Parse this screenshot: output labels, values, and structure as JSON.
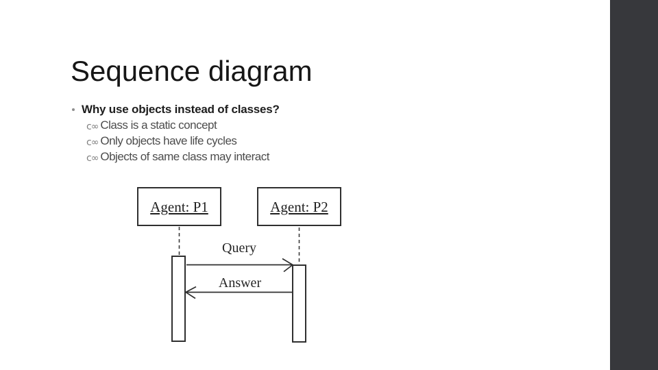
{
  "slide": {
    "title": "Sequence diagram",
    "bullet": {
      "label": "Why use objects instead of classes?",
      "marker_glyph": "c∞",
      "sub_items": [
        "Class is a static concept",
        "Only objects have life cycles",
        "Objects of same class may interact"
      ]
    },
    "diagram": {
      "type": "uml-sequence",
      "lifelines": [
        {
          "label": "Agent: P1"
        },
        {
          "label": "Agent: P2"
        }
      ],
      "messages": [
        {
          "label": "Query",
          "from": "Agent: P1",
          "to": "Agent: P2"
        },
        {
          "label": "Answer",
          "from": "Agent: P2",
          "to": "Agent: P1"
        }
      ]
    },
    "colors": {
      "background": "#ffffff",
      "sidebar": "#37383c",
      "title_text": "#161616",
      "bullet_bold_text": "#1d1d1d",
      "sub_bullet_text": "#4c4c4c",
      "bullet_marker": "#7f7f7f",
      "diagram_stroke": "#2f2f2f"
    }
  }
}
